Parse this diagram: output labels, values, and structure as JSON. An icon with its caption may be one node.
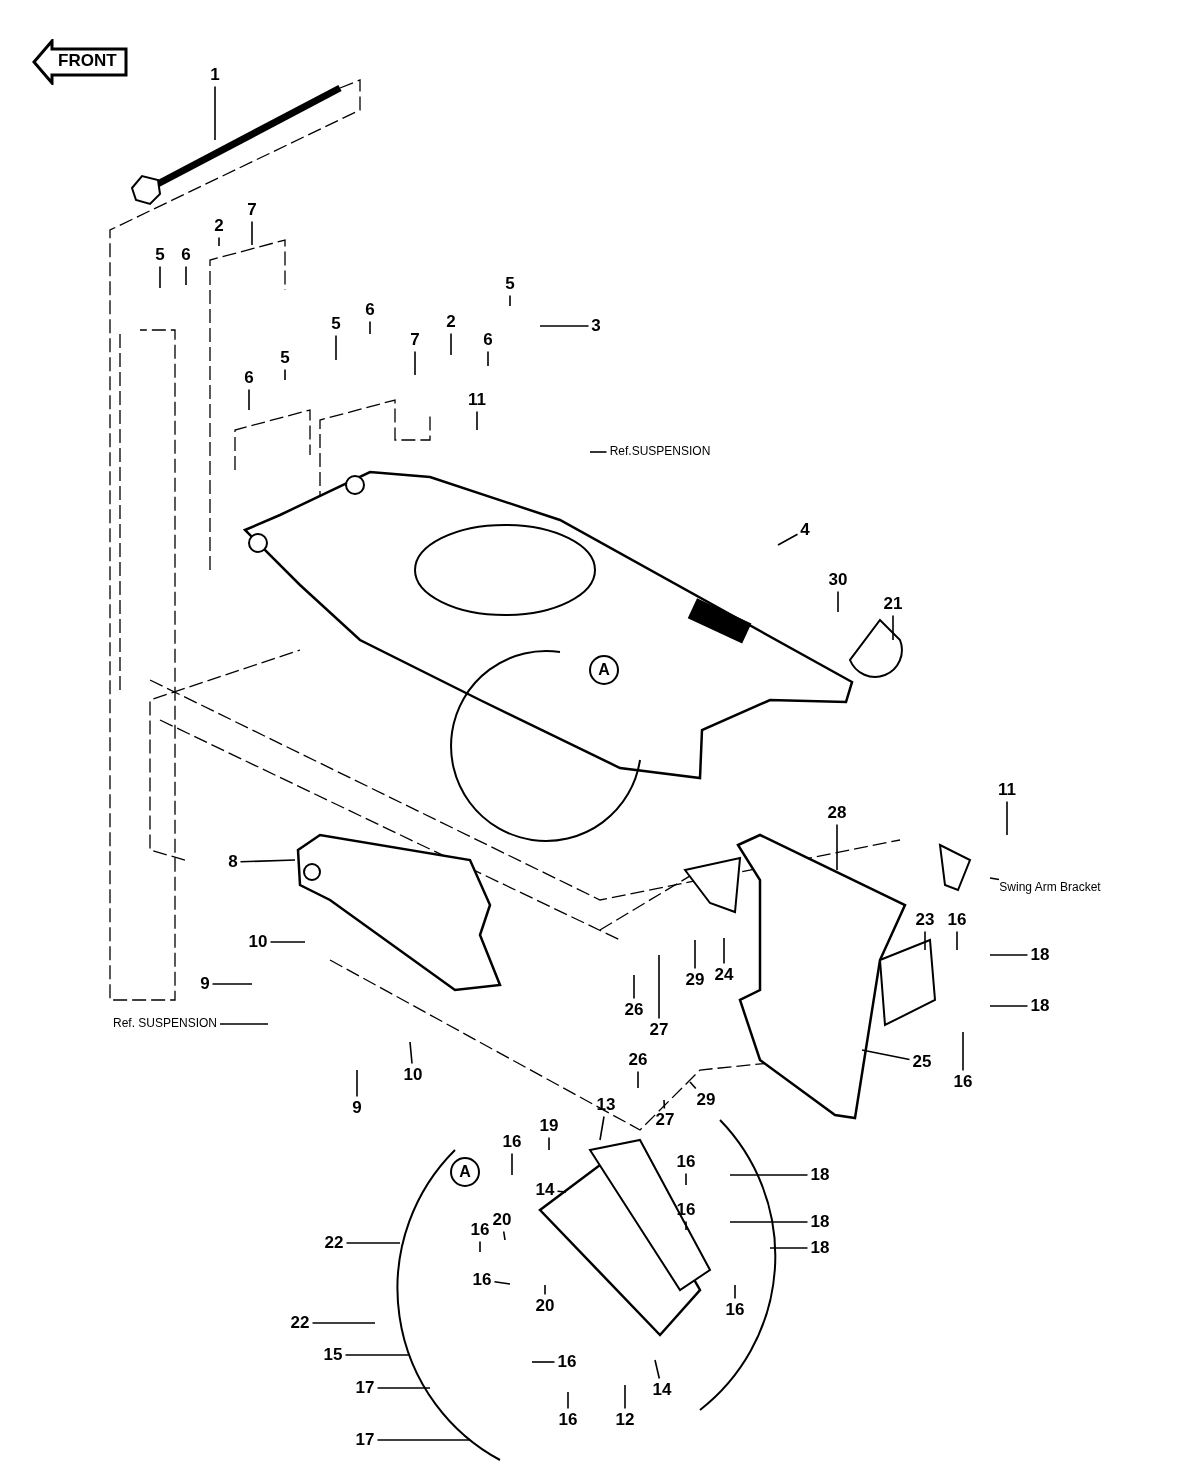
{
  "diagram": {
    "nodes": [
      {
        "text": [
          "FRONT"
        ]
      },
      {
        "text": [
          "1"
        ]
      },
      {
        "text": [
          "5"
        ]
      },
      {
        "text": [
          "6"
        ]
      },
      {
        "text": [
          "2"
        ]
      },
      {
        "text": [
          "7"
        ]
      },
      {
        "text": [
          "5"
        ]
      },
      {
        "text": [
          "6"
        ]
      },
      {
        "text": [
          "7"
        ]
      },
      {
        "text": [
          "2"
        ]
      },
      {
        "text": [
          "6"
        ]
      },
      {
        "text": [
          "5"
        ]
      },
      {
        "text": [
          "3"
        ]
      },
      {
        "text": [
          "6"
        ]
      },
      {
        "text": [
          "5"
        ]
      },
      {
        "text": [
          "11"
        ]
      },
      {
        "text": [
          "Ref.SUSPENSION"
        ]
      },
      {
        "text": [
          "4"
        ]
      },
      {
        "text": [
          "30"
        ]
      },
      {
        "text": [
          "21"
        ]
      },
      {
        "text": [
          "A"
        ]
      },
      {
        "text": [
          "11"
        ]
      },
      {
        "text": [
          "28"
        ]
      },
      {
        "text": [
          "Swing Arm Bracket"
        ]
      },
      {
        "text": [
          "8"
        ]
      },
      {
        "text": [
          "10"
        ]
      },
      {
        "text": [
          "9"
        ]
      },
      {
        "text": [
          "Ref. SUSPENSION"
        ]
      },
      {
        "text": [
          "10"
        ]
      },
      {
        "text": [
          "9"
        ]
      },
      {
        "text": [
          "26"
        ]
      },
      {
        "text": [
          "27"
        ]
      },
      {
        "text": [
          "29"
        ]
      },
      {
        "text": [
          "24"
        ]
      },
      {
        "text": [
          "23"
        ]
      },
      {
        "text": [
          "16"
        ]
      },
      {
        "text": [
          "18"
        ]
      },
      {
        "text": [
          "18"
        ]
      },
      {
        "text": [
          "16"
        ]
      },
      {
        "text": [
          "25"
        ]
      },
      {
        "text": [
          "26"
        ]
      },
      {
        "text": [
          "27"
        ]
      },
      {
        "text": [
          "29"
        ]
      },
      {
        "text": [
          "A"
        ]
      },
      {
        "text": [
          "16"
        ]
      },
      {
        "text": [
          "19"
        ]
      },
      {
        "text": [
          "13"
        ]
      },
      {
        "text": [
          "14"
        ]
      },
      {
        "text": [
          "16"
        ]
      },
      {
        "text": [
          "18"
        ]
      },
      {
        "text": [
          "16"
        ]
      },
      {
        "text": [
          "18"
        ]
      },
      {
        "text": [
          "20"
        ]
      },
      {
        "text": [
          "16"
        ]
      },
      {
        "text": [
          "22"
        ]
      },
      {
        "text": [
          "16"
        ]
      },
      {
        "text": [
          "20"
        ]
      },
      {
        "text": [
          "18"
        ]
      },
      {
        "text": [
          "16"
        ]
      },
      {
        "text": [
          "22"
        ]
      },
      {
        "text": [
          "15"
        ]
      },
      {
        "text": [
          "16"
        ]
      },
      {
        "text": [
          "17"
        ]
      },
      {
        "text": [
          "16"
        ]
      },
      {
        "text": [
          "12"
        ]
      },
      {
        "text": [
          "14"
        ]
      },
      {
        "text": [
          "17"
        ]
      }
    ],
    "edges": [
      {
        "from": 1,
        "to": null,
        "arrow": "none"
      },
      {
        "from": 2,
        "to": null,
        "arrow": "none"
      },
      {
        "from": 3,
        "to": null,
        "arrow": "none"
      },
      {
        "from": 4,
        "to": null,
        "arrow": "none"
      },
      {
        "from": 5,
        "to": null,
        "arrow": "none"
      },
      {
        "from": 6,
        "to": null,
        "arrow": "none"
      },
      {
        "from": 7,
        "to": null,
        "arrow": "none"
      },
      {
        "from": 8,
        "to": null,
        "arrow": "none"
      },
      {
        "from": 9,
        "to": null,
        "arrow": "none"
      },
      {
        "from": 10,
        "to": null,
        "arrow": "none"
      },
      {
        "from": 11,
        "to": null,
        "arrow": "none"
      },
      {
        "from": 12,
        "to": null,
        "arrow": "none"
      },
      {
        "from": 13,
        "to": null,
        "arrow": "none"
      },
      {
        "from": 14,
        "to": null,
        "arrow": "none"
      },
      {
        "from": 15,
        "to": null,
        "arrow": "none"
      },
      {
        "from": 16,
        "to": null,
        "arrow": "none"
      },
      {
        "from": 17,
        "to": null,
        "arrow": "none"
      },
      {
        "from": 18,
        "to": null,
        "arrow": "none"
      },
      {
        "from": 19,
        "to": null,
        "arrow": "none"
      },
      {
        "from": 21,
        "to": null,
        "arrow": "none"
      },
      {
        "from": 22,
        "to": null,
        "arrow": "none"
      },
      {
        "from": 23,
        "to": null,
        "arrow": "none"
      },
      {
        "from": 24,
        "to": null,
        "arrow": "none"
      },
      {
        "from": 25,
        "to": null,
        "arrow": "none"
      },
      {
        "from": 26,
        "to": null,
        "arrow": "none"
      },
      {
        "from": 27,
        "to": null,
        "arrow": "none"
      },
      {
        "from": 28,
        "to": null,
        "arrow": "none"
      },
      {
        "from": 29,
        "to": null,
        "arrow": "none"
      },
      {
        "from": 30,
        "to": null,
        "arrow": "none"
      },
      {
        "from": 31,
        "to": null,
        "arrow": "none"
      },
      {
        "from": 32,
        "to": null,
        "arrow": "none"
      },
      {
        "from": 33,
        "to": null,
        "arrow": "none"
      },
      {
        "from": 34,
        "to": null,
        "arrow": "none"
      },
      {
        "from": 35,
        "to": null,
        "arrow": "none"
      },
      {
        "from": 36,
        "to": null,
        "arrow": "none"
      },
      {
        "from": 37,
        "to": null,
        "arrow": "none"
      },
      {
        "from": 38,
        "to": null,
        "arrow": "none"
      },
      {
        "from": 39,
        "to": null,
        "arrow": "none"
      },
      {
        "from": 40,
        "to": null,
        "arrow": "none"
      },
      {
        "from": 41,
        "to": null,
        "arrow": "none"
      },
      {
        "from": 42,
        "to": null,
        "arrow": "none"
      },
      {
        "from": 44,
        "to": null,
        "arrow": "none"
      },
      {
        "from": 45,
        "to": null,
        "arrow": "none"
      },
      {
        "from": 46,
        "to": null,
        "arrow": "none"
      },
      {
        "from": 47,
        "to": null,
        "arrow": "none"
      },
      {
        "from": 48,
        "to": null,
        "arrow": "none"
      },
      {
        "from": 49,
        "to": null,
        "arrow": "none"
      },
      {
        "from": 50,
        "to": null,
        "arrow": "none"
      },
      {
        "from": 51,
        "to": null,
        "arrow": "none"
      },
      {
        "from": 52,
        "to": null,
        "arrow": "none"
      },
      {
        "from": 53,
        "to": null,
        "arrow": "none"
      },
      {
        "from": 54,
        "to": null,
        "arrow": "none"
      },
      {
        "from": 55,
        "to": null,
        "arrow": "none"
      },
      {
        "from": 56,
        "to": null,
        "arrow": "none"
      },
      {
        "from": 57,
        "to": null,
        "arrow": "none"
      },
      {
        "from": 58,
        "to": null,
        "arrow": "none"
      },
      {
        "from": 59,
        "to": null,
        "arrow": "none"
      },
      {
        "from": 60,
        "to": null,
        "arrow": "none"
      },
      {
        "from": 61,
        "to": null,
        "arrow": "none"
      },
      {
        "from": 62,
        "to": null,
        "arrow": "none"
      },
      {
        "from": 63,
        "to": null,
        "arrow": "none"
      },
      {
        "from": 64,
        "to": null,
        "arrow": "none"
      },
      {
        "from": 65,
        "to": null,
        "arrow": "none"
      },
      {
        "from": 66,
        "to": null,
        "arrow": "none"
      }
    ]
  }
}
